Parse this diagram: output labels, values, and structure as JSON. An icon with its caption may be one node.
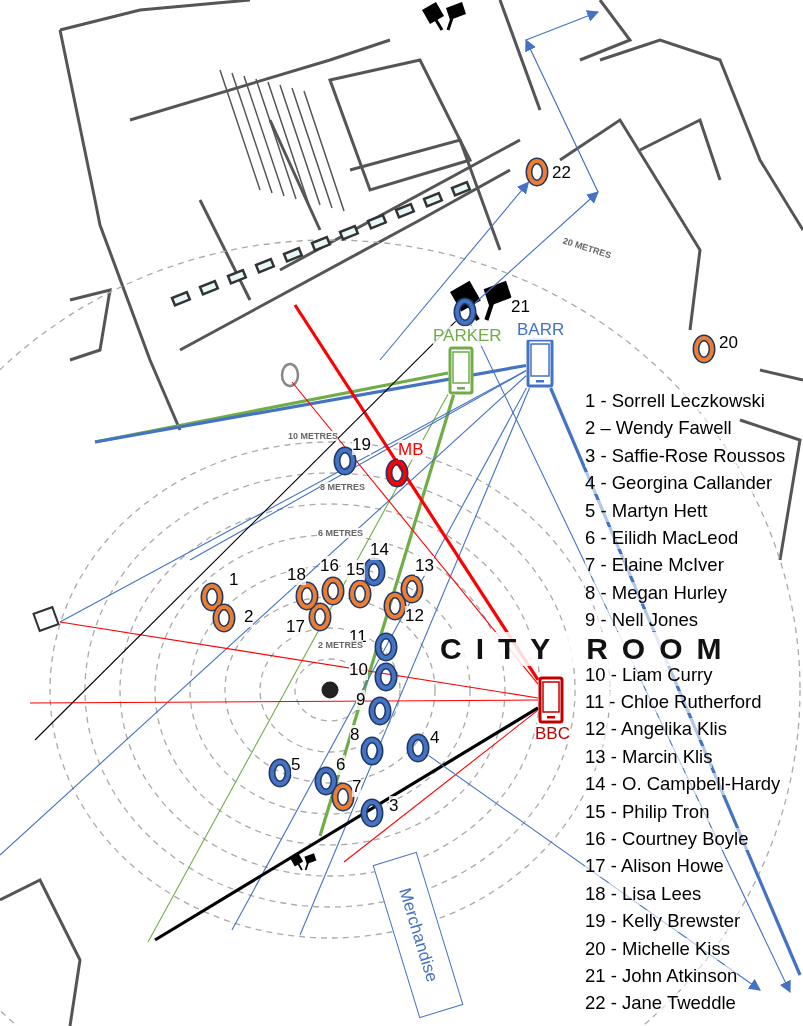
{
  "diagram": {
    "nodes": [
      {
        "text": [
          "1"
        ]
      },
      {
        "text": [
          "2"
        ]
      },
      {
        "text": [
          "3"
        ]
      },
      {
        "text": [
          "4"
        ]
      },
      {
        "text": [
          "5"
        ]
      },
      {
        "text": [
          "6"
        ]
      },
      {
        "text": [
          "7"
        ]
      },
      {
        "text": [
          "8"
        ]
      },
      {
        "text": [
          "9"
        ]
      },
      {
        "text": [
          "10"
        ]
      },
      {
        "text": [
          "11"
        ]
      },
      {
        "text": [
          "12"
        ]
      },
      {
        "text": [
          "13"
        ]
      },
      {
        "text": [
          "14"
        ]
      },
      {
        "text": [
          "15"
        ]
      },
      {
        "text": [
          "16"
        ]
      },
      {
        "text": [
          "17"
        ]
      },
      {
        "text": [
          "18"
        ]
      },
      {
        "text": [
          "19"
        ]
      },
      {
        "text": [
          "20"
        ]
      },
      {
        "text": [
          "21"
        ]
      },
      {
        "text": [
          "22"
        ]
      },
      {
        "text": [
          "MB"
        ]
      },
      {
        "text": [
          "PARKER"
        ]
      },
      {
        "text": [
          "BARR"
        ]
      },
      {
        "text": [
          "BBC"
        ]
      },
      {
        "text": [
          "Merchandise"
        ]
      }
    ],
    "edges": [
      {
        "from": 23,
        "to": null,
        "arrow": "none",
        "style": "thick",
        "color": "#70ad47"
      },
      {
        "from": 23,
        "to": null,
        "arrow": "none",
        "style": "thick",
        "color": "#70ad47"
      },
      {
        "from": 23,
        "to": null,
        "arrow": "none",
        "color": "#70ad47"
      },
      {
        "from": 24,
        "to": null,
        "arrow": "none",
        "style": "thick"
      },
      {
        "from": 24,
        "to": null,
        "arrow": "none",
        "style": "thick"
      },
      {
        "from": 24,
        "to": null,
        "arrow": "none"
      },
      {
        "from": 24,
        "to": null,
        "arrow": "none"
      },
      {
        "from": 24,
        "to": null,
        "arrow": "none"
      },
      {
        "from": 24,
        "to": null,
        "arrow": "none"
      },
      {
        "from": 24,
        "to": null,
        "arrow": "none"
      },
      {
        "from": 25,
        "to": null,
        "arrow": "none",
        "color": "#ff0000"
      },
      {
        "from": 25,
        "to": null,
        "arrow": "none",
        "color": "#ff0000"
      },
      {
        "from": 25,
        "to": null,
        "arrow": "none",
        "color": "#ff0000"
      },
      {
        "from": 25,
        "to": null,
        "arrow": "none",
        "style": "thick",
        "color": "#ff0000"
      },
      {
        "from": 25,
        "to": null,
        "arrow": "none",
        "color": "#ff0000"
      },
      {
        "from": 25,
        "to": null,
        "arrow": "none",
        "style": "thick",
        "color": "#000000"
      },
      {
        "from": null,
        "to": 20,
        "arrow": "none",
        "color": "#000000"
      },
      {
        "from": null,
        "to": 21,
        "arrow": "to"
      },
      {
        "from": 20,
        "to": null,
        "arrow": "to"
      },
      {
        "from": 3,
        "to": null,
        "arrow": "to"
      },
      {
        "from": 20,
        "to": null,
        "arrow": "to"
      }
    ],
    "labels": [
      "20 METRES",
      "10 METRES",
      "8 METRES",
      "6 METRES",
      "2 METRES",
      "CITY ROOM",
      "1 - Sorrell Leczkowski",
      "2 – Wendy Fawell",
      "3 - Saffie-Rose Roussos",
      "4 - Georgina Callander",
      "5 - Martyn Hett",
      "6 - Eilidh MacLeod",
      "7 - Elaine McIver",
      "8 - Megan Hurley",
      "9 - Nell Jones",
      "10 - Liam Curry",
      "11 - Chloe Rutherford",
      "12 - Angelika Klis",
      "13 - Marcin Klis",
      "14 - O. Campbell-Hardy",
      "15 - Philip Tron",
      "16 - Courtney Boyle",
      "17 - Alison Howe",
      "18 - Lisa Lees",
      "19 - Kelly Brewster",
      "20 - Michelle Kiss",
      "21 - John Atkinson",
      "22 - Jane Tweddle"
    ]
  }
}
